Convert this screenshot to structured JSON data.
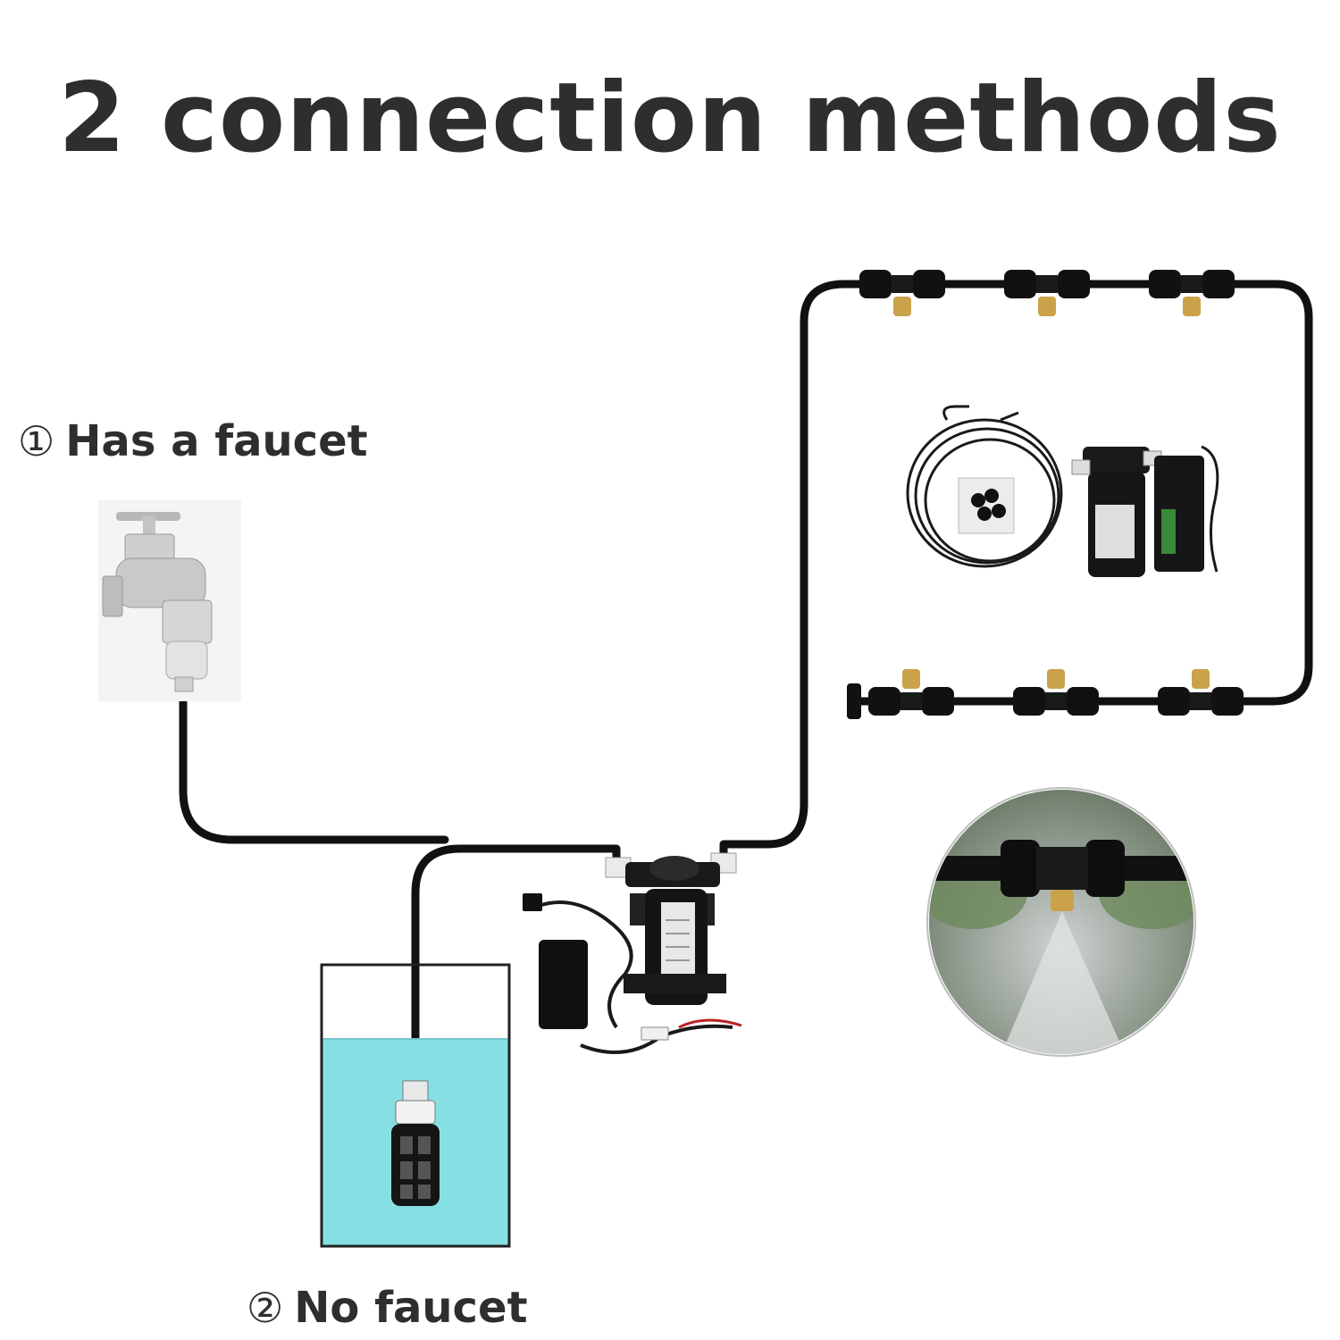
{
  "title": "2 connection methods",
  "method_1": {
    "number": "①",
    "text": "Has a faucet"
  },
  "method_2": {
    "number": "②",
    "text": "No faucet"
  }
}
